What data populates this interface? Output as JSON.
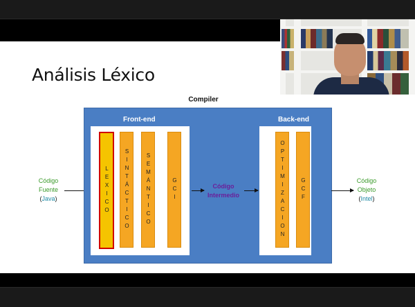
{
  "slide": {
    "title": "Análisis Léxico",
    "compiler_label": "Compiler",
    "front_end_label": "Front-end",
    "back_end_label": "Back-end",
    "front_phases": [
      {
        "label": "LEXICO",
        "selected": true
      },
      {
        "label": "SINTÁCTICO",
        "selected": false
      },
      {
        "label": "SEMÁNTICO",
        "selected": false
      },
      {
        "label": "GCI",
        "selected": false
      }
    ],
    "back_phases": [
      {
        "label": "OPTIMIZACION",
        "selected": false
      },
      {
        "label": "GCF",
        "selected": false
      }
    ],
    "source": {
      "line1": "Código",
      "line2": "Fuente",
      "lang": "Java"
    },
    "intermediate": {
      "line1": "Código",
      "line2": "Intermedio"
    },
    "target": {
      "line1": "Código",
      "line2": "Objeto",
      "lang": "Intel"
    }
  },
  "colors": {
    "compiler_box": "#4a7ec4",
    "phase": "#f5a623",
    "phase_selected": "#f5c400",
    "selected_border": "#d00000",
    "green_text": "#3a9a2a",
    "teal_text": "#1f8aa5",
    "purple_text": "#6b1f9a"
  }
}
